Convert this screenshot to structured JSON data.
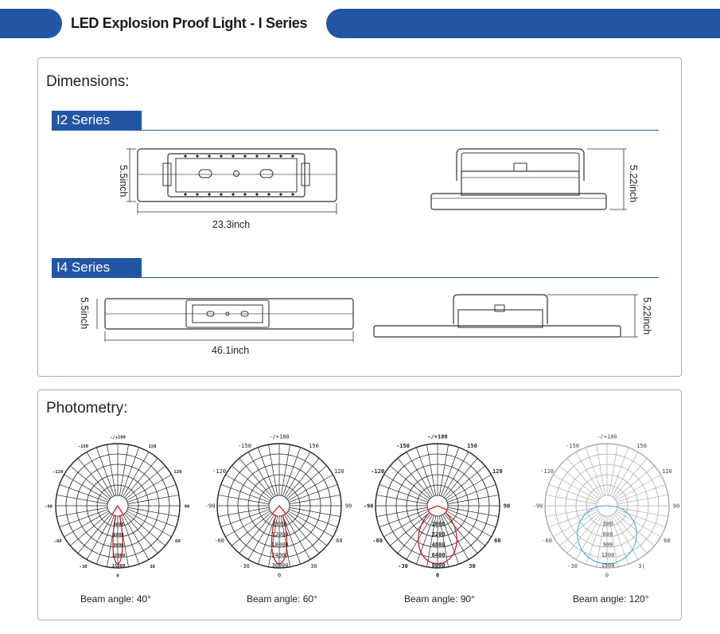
{
  "header": {
    "title": "LED Explosion Proof Light - I Series"
  },
  "dimensions": {
    "title": "Dimensions:",
    "series": [
      {
        "name": "I2 Series",
        "width": "23.3inch",
        "height": "5.5inch",
        "side_height": "5.22inch"
      },
      {
        "name": "I4 Series",
        "width": "46.1inch",
        "height": "5.5inch",
        "side_height": "5.22inch"
      }
    ]
  },
  "photometry": {
    "title": "Photometry:",
    "charts": [
      {
        "beam_label": "Beam angle: 40°",
        "angles": [
          "-/+180",
          "150",
          "120",
          "90",
          "60",
          "30",
          "0",
          "-30",
          "-60",
          "-90",
          "-120",
          "-150"
        ],
        "rings": [
          "3000",
          "6000",
          "9000",
          "12000",
          "15000"
        ]
      },
      {
        "beam_label": "Beam angle: 60°",
        "angles": [
          "-/+180",
          "150",
          "120",
          "90",
          "60",
          "30",
          "0",
          "-30",
          "-60",
          "-90",
          "-120",
          "-150"
        ],
        "rings": [
          "6000",
          "12000",
          "18000",
          "24000",
          "30000"
        ]
      },
      {
        "beam_label": "Beam angle: 90°",
        "angles": [
          "-/+180",
          "150",
          "120",
          "90",
          "60",
          "30",
          "0",
          "-30",
          "-60",
          "-90",
          "-120",
          "-150"
        ],
        "rings": [
          "1600",
          "3200",
          "4800",
          "6400",
          "8000"
        ]
      },
      {
        "beam_label": "Beam angle: 120°",
        "angles": [
          "-/+180",
          "150",
          "120",
          "90",
          "60",
          "3(",
          "0",
          "-30",
          "-60",
          "-90",
          "-120",
          "-150"
        ],
        "rings": [
          "300",
          "600",
          "900",
          "1200",
          "1500"
        ]
      }
    ]
  },
  "colors": {
    "brand": "#2255a4",
    "curve": "#cc2222",
    "curve_light": "#5ab8d8"
  }
}
